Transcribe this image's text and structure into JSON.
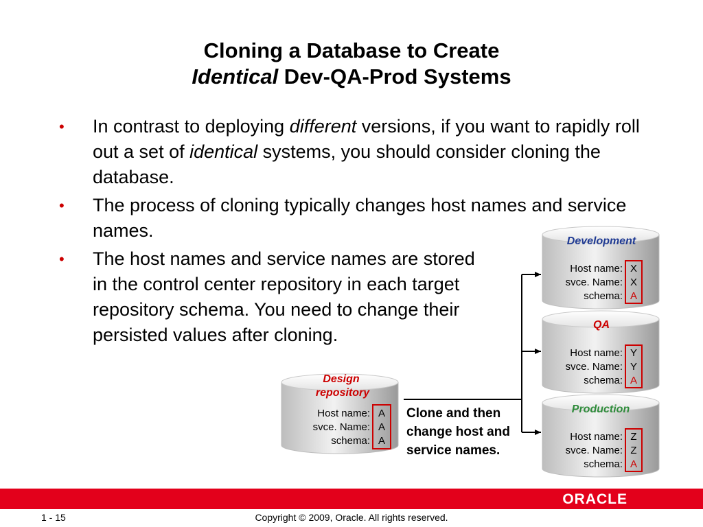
{
  "title": {
    "line1": "Cloning a Database to Create",
    "line2_italic": "Identical",
    "line2_rest": " Dev-QA-Prod Systems"
  },
  "bullets": [
    {
      "parts": [
        {
          "text": "In contrast to deploying ",
          "italic": false
        },
        {
          "text": "different",
          "italic": true
        },
        {
          "text": " versions, if you want to rapidly roll out a set of ",
          "italic": false
        },
        {
          "text": "identical",
          "italic": true
        },
        {
          "text": " systems, you should consider cloning the database.",
          "italic": false
        }
      ]
    },
    {
      "parts": [
        {
          "text": "The process of cloning typically changes host names and service names.",
          "italic": false
        }
      ]
    },
    {
      "parts": [
        {
          "text": "The host names and service names are stored in the control center repository in each target repository schema. You need to change their persisted values after cloning.",
          "italic": false
        }
      ]
    }
  ],
  "design_repo": {
    "title_line1": "Design",
    "title_line2": "repository",
    "rows": [
      {
        "label": "Host name:",
        "value": "A"
      },
      {
        "label": "svce. Name:",
        "value": "A"
      },
      {
        "label": "schema:",
        "value": "A"
      }
    ]
  },
  "clone_note": "Clone and then change host and service names.",
  "targets": [
    {
      "name": "Development",
      "title_color": "#1f3a93",
      "rows": [
        {
          "label": "Host name:",
          "value": "X"
        },
        {
          "label": "svce. Name:",
          "value": "X"
        },
        {
          "label": "schema:",
          "value": "A"
        }
      ]
    },
    {
      "name": "QA",
      "title_color": "#cc0000",
      "rows": [
        {
          "label": "Host name:",
          "value": "Y"
        },
        {
          "label": "svce. Name:",
          "value": "Y"
        },
        {
          "label": "schema:",
          "value": "A"
        }
      ]
    },
    {
      "name": "Production",
      "title_color": "#2e8b3a",
      "rows": [
        {
          "label": "Host name:",
          "value": "Z"
        },
        {
          "label": "svce. Name:",
          "value": "Z"
        },
        {
          "label": "schema:",
          "value": "A"
        }
      ]
    }
  ],
  "colors": {
    "bullet": "#cc0000",
    "highlight_box": "#cc0000",
    "schema_value": "#cc0000",
    "design_title": "#cc0000",
    "footer_bar": "#e3001b"
  },
  "footer": {
    "page": "1 - 15",
    "copyright": "Copyright © 2009, Oracle. All rights reserved.",
    "logo": "ORACLE"
  }
}
